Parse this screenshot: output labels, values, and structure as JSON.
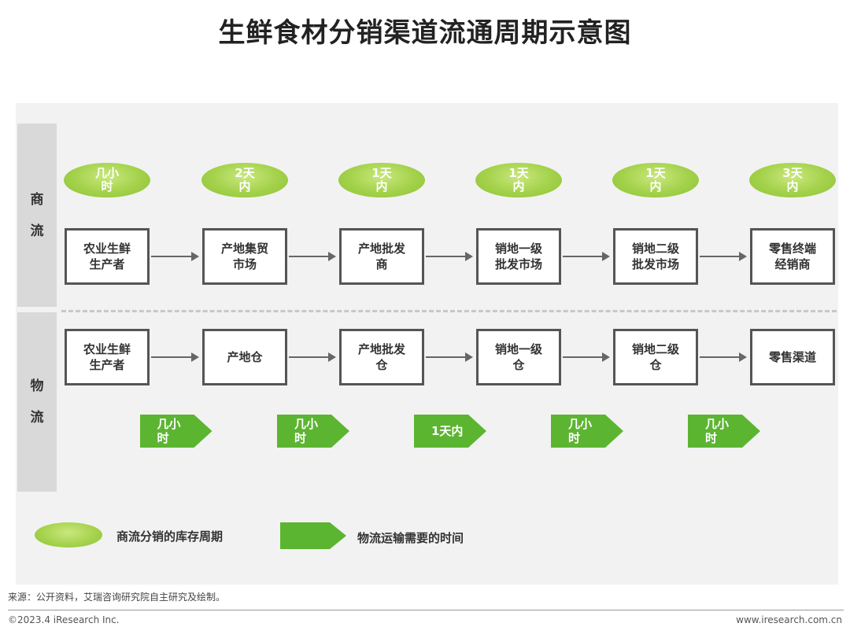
{
  "title": "生鲜食材分销渠道流通周期示意图",
  "commerce": {
    "side_label": [
      "商",
      "流"
    ],
    "cycles": [
      "几小时",
      "2天内",
      "1天内",
      "1天内",
      "1天内",
      "3天内"
    ],
    "cycle_lines": [
      [
        "几小",
        "时"
      ],
      [
        "2天",
        "内"
      ],
      [
        "1天",
        "内"
      ],
      [
        "1天",
        "内"
      ],
      [
        "1天",
        "内"
      ],
      [
        "3天",
        "内"
      ]
    ],
    "nodes": [
      "农业生鲜生产者",
      "产地集贸市场",
      "产地批发商",
      "销地一级批发市场",
      "销地二级批发市场",
      "零售终端经销商"
    ],
    "node_lines": [
      [
        "农业生鲜",
        "生产者"
      ],
      [
        "产地集贸",
        "市场"
      ],
      [
        "产地批发",
        "商"
      ],
      [
        "销地一级",
        "批发市场"
      ],
      [
        "销地二级",
        "批发市场"
      ],
      [
        "零售终端",
        "经销商"
      ]
    ]
  },
  "logistics": {
    "side_label": [
      "物",
      "流"
    ],
    "nodes": [
      "农业生鲜生产者",
      "产地仓",
      "产地批发仓",
      "销地一级仓",
      "销地二级仓",
      "零售渠道"
    ],
    "node_lines": [
      [
        "农业生鲜",
        "生产者"
      ],
      [
        "产地仓"
      ],
      [
        "产地批发",
        "仓"
      ],
      [
        "销地一级",
        "仓"
      ],
      [
        "销地二级",
        "仓"
      ],
      [
        "零售渠道"
      ]
    ],
    "transit": [
      "几小时",
      "几小时",
      "1天内",
      "几小时",
      "几小时"
    ],
    "transit_lines": [
      [
        "几小",
        "时"
      ],
      [
        "几小",
        "时"
      ],
      [
        "1天内"
      ],
      [
        "几小",
        "时"
      ],
      [
        "几小",
        "时"
      ]
    ]
  },
  "legend": {
    "ellipse_label": "商流分销的库存周期",
    "arrow_label": "物流运输需要的时间"
  },
  "source": "来源：公开资料，艾瑞咨询研究院自主研究及绘制。",
  "footer": {
    "copyright": "©2023.4 iResearch Inc.",
    "url": "www.iresearch.com.cn"
  },
  "colors": {
    "ellipse_green": "#a3d14a",
    "arrow_green": "#5cb531",
    "panel_bg": "#f2f2f2",
    "side_bg": "#d9d9d9"
  }
}
